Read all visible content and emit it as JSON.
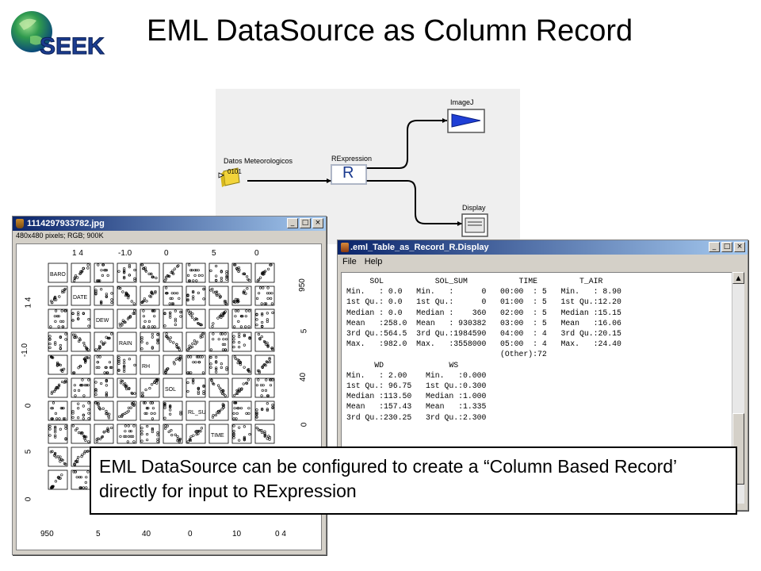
{
  "slide": {
    "title": "EML DataSource as Column Record",
    "logo_text": "SEEK"
  },
  "workflow": {
    "source_label": "Datos Meteorologicos",
    "source_icon_text": "0101",
    "rexpression_label": "RExpression",
    "rexpression_icon_text": "R",
    "imagej_label": "ImageJ",
    "display_label": "Display"
  },
  "image_window": {
    "title": "1114297933782.jpg",
    "info": "480x480 pixels; RGB; 900K",
    "buttons": {
      "minimize": "_",
      "maximize": "□",
      "close": "×"
    },
    "variables": [
      "BARO",
      "DATE",
      "DEW",
      "RAIN",
      "RH",
      "SOL",
      "RL_SU",
      "TIME"
    ],
    "top_ticks": [
      "1 4",
      "-1.0",
      "0",
      "5",
      "0"
    ],
    "left_ticks": [
      "1 4",
      "-1.0",
      "0",
      "5",
      "0"
    ],
    "right_ticks": [
      "950",
      "5",
      "40",
      "0"
    ],
    "bottom_ticks": [
      "950",
      "5",
      "40",
      "0",
      "10",
      "0 4"
    ]
  },
  "display_window": {
    "title": ".eml_Table_as_Record_R.Display",
    "menu": [
      "File",
      "Help"
    ],
    "buttons": {
      "minimize": "_",
      "maximize": "□",
      "close": "×"
    },
    "text_lines": [
      "     SOL           SOL_SUM           TIME         T_AIR",
      "Min.   : 0.0   Min.   :      0   00:00  : 5   Min.   : 8.90",
      "1st Qu.: 0.0   1st Qu.:      0   01:00  : 5   1st Qu.:12.20",
      "Median : 0.0   Median :    360   02:00  : 5   Median :15.15",
      "Mean   :258.0  Mean   : 930382   03:00  : 5   Mean   :16.06",
      "3rd Qu.:564.5  3rd Qu.:1984590   04:00  : 4   3rd Qu.:20.15",
      "Max.   :982.0  Max.   :3558000   05:00  : 4   Max.   :24.40",
      "                                 (Other):72",
      "      WD              WS",
      "Min.   : 2.00    Min.   :0.000",
      "1st Qu.: 96.75   1st Qu.:0.300",
      "Median :113.50   Median :1.000",
      "Mean   :157.43   Mean   :1.335",
      "3rd Qu.:230.25   3rd Qu.:2.300"
    ]
  },
  "callout": {
    "text": "EML DataSource can be configured to create a “Column Based Record’ directly for input to RExpression"
  },
  "colors": {
    "titlebar_start": "#0a246a",
    "titlebar_end": "#a6caf0",
    "source_icon": "#f2d43a",
    "imagej_arrow": "#1f3fd6",
    "window_face": "#d4d0c8"
  }
}
